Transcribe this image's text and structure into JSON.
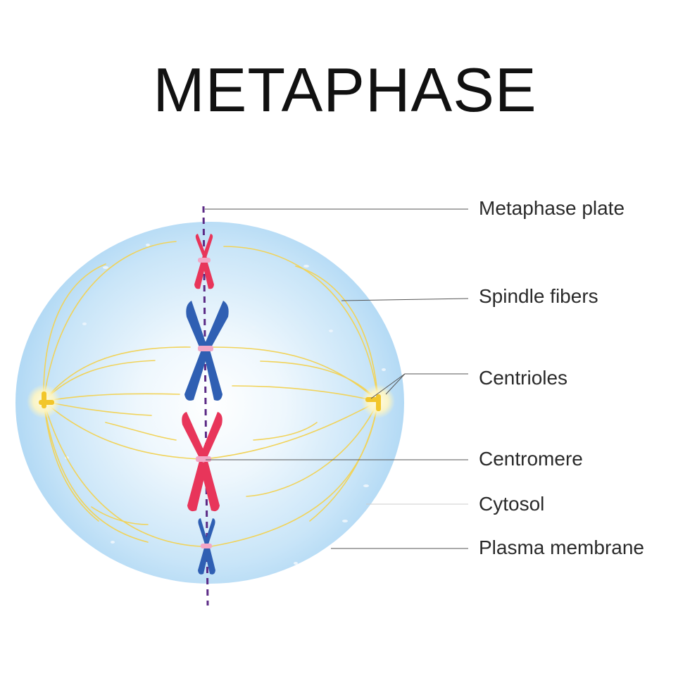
{
  "title": "METAPHASE",
  "labels": {
    "metaphase_plate": "Metaphase plate",
    "spindle_fibers": "Spindle fibers",
    "centrioles": "Centrioles",
    "centromere": "Centromere",
    "cytosol": "Cytosol",
    "plasma_membrane": "Plasma membrane"
  },
  "colors": {
    "cell_fill": "#cfe6f8",
    "cell_edge": "#a9d3f2",
    "spindle": "#f1d35a",
    "centriole": "#f2c62a",
    "chromosome_red": "#e8355a",
    "chromosome_blue": "#2f5fb3",
    "centromere": "#f3a6c6",
    "plate_line": "#5b2a86"
  }
}
